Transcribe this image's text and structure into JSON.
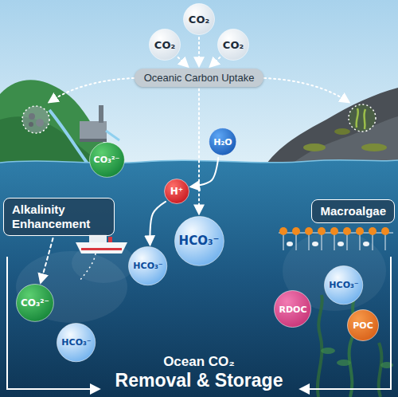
{
  "diagram": {
    "nodes": [
      {
        "text": [
          "CO₂"
        ]
      },
      {
        "text": [
          "CO₂"
        ]
      },
      {
        "text": [
          "CO₂"
        ]
      },
      {
        "text": [
          "Oceanic Carbon Uptake"
        ]
      },
      {
        "text": [
          "Alkalinity Enhancement"
        ]
      },
      {
        "text": [
          "CO₃²⁻"
        ]
      },
      {
        "text": [
          "H₂O"
        ]
      },
      {
        "text": [
          "Macroalgae"
        ]
      },
      {
        "text": [
          "H⁺"
        ]
      },
      {
        "text": [
          "HCO₃⁻"
        ]
      },
      {
        "text": [
          "HCO₃⁻"
        ]
      },
      {
        "text": [
          "CO₃²⁻"
        ]
      },
      {
        "text": [
          "HCO₃⁻"
        ]
      },
      {
        "text": [
          "RDOC"
        ]
      },
      {
        "text": [
          "HCO₃⁻"
        ]
      },
      {
        "text": [
          "POC"
        ]
      }
    ],
    "edges": [
      {
        "from": 0,
        "to": 3,
        "arrow": "to"
      },
      {
        "from": 1,
        "to": 3,
        "arrow": "to"
      },
      {
        "from": 2,
        "to": 3,
        "arrow": "to"
      },
      {
        "from": 3,
        "to": 9,
        "arrow": "to"
      },
      {
        "from": 6,
        "to": 8,
        "arrow": "to"
      },
      {
        "from": 8,
        "to": 10,
        "arrow": "to"
      },
      {
        "from": 4,
        "to": 11,
        "arrow": "to"
      }
    ],
    "labels": [
      "Ocean CO₂",
      "Removal & Storage"
    ]
  }
}
